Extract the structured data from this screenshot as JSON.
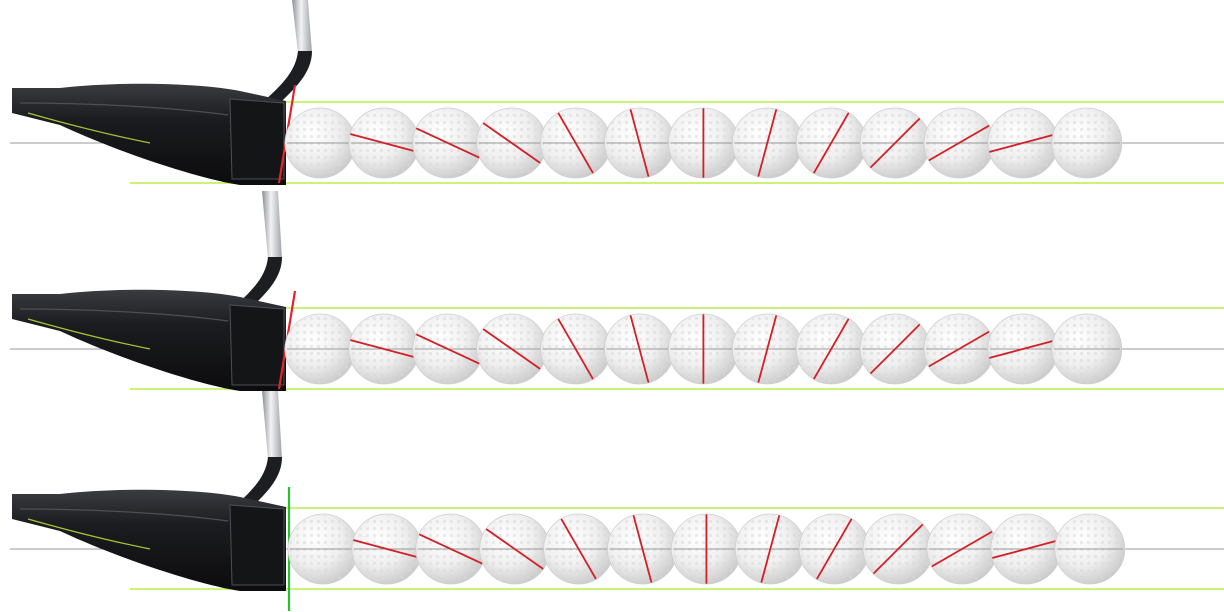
{
  "diagram": {
    "rows": [
      {
        "id": "row-1",
        "face_line": "tilted",
        "face_line_color": "#e0262b"
      },
      {
        "id": "row-2",
        "face_line": "tilted",
        "face_line_color": "#e0262b"
      },
      {
        "id": "row-3",
        "face_line": "vertical",
        "face_line_color": "#22c42a"
      }
    ],
    "balls_per_row": 13,
    "roll_marker_angles_deg": [
      null,
      15,
      25,
      35,
      60,
      75,
      90,
      105,
      120,
      135,
      150,
      165,
      null
    ],
    "colors": {
      "guide_line": "#b9ef4a",
      "center_line": "#9a9a9a",
      "marker": "#d31f26",
      "putter_body": "#1b1c1f",
      "putter_highlight": "#4d4f55",
      "putter_accent": "#c8f03c",
      "shaft": "#c9ccd0",
      "ball": "#f4f4f4"
    }
  }
}
